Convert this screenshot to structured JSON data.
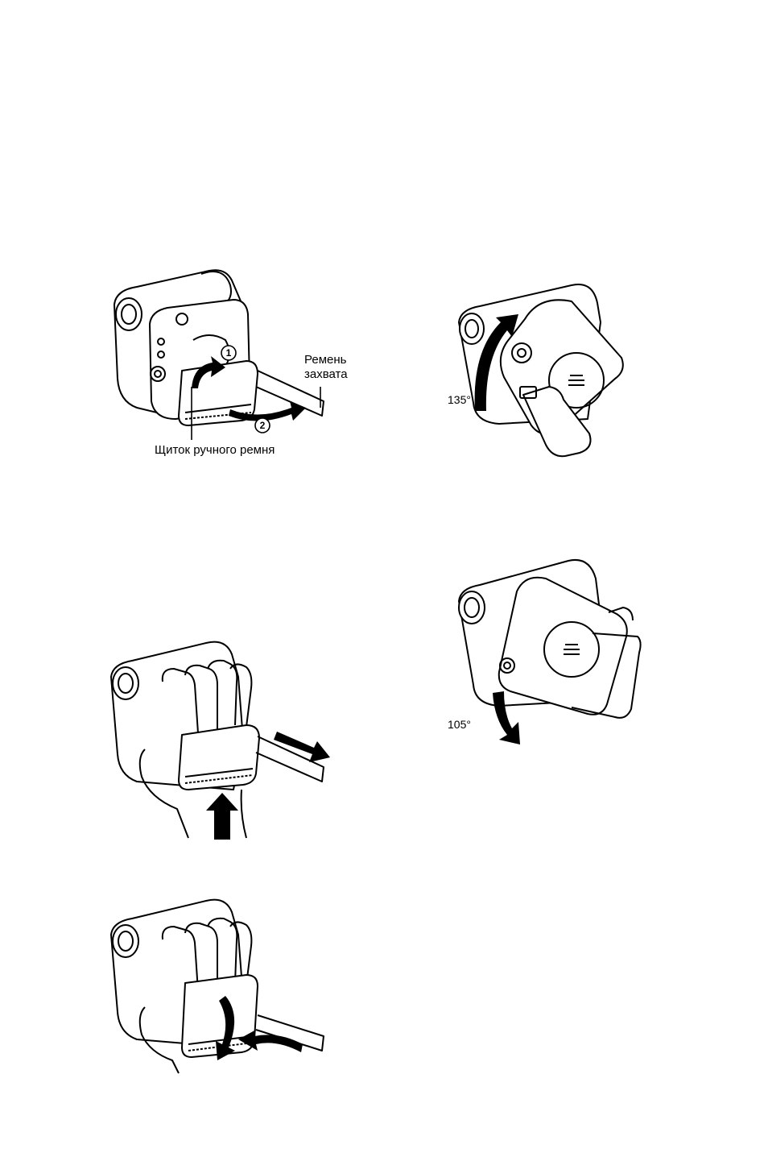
{
  "figure1": {
    "callout_strap": "Ремень\nзахвата",
    "callout_pad": "Щиток ручного ремня",
    "step1": "1",
    "step2": "2"
  },
  "figure_rotate_up": {
    "angle": "135°"
  },
  "figure_rotate_down": {
    "angle": "105°"
  },
  "icons": {
    "arrow_color": "#000000",
    "line_color": "#000000"
  }
}
